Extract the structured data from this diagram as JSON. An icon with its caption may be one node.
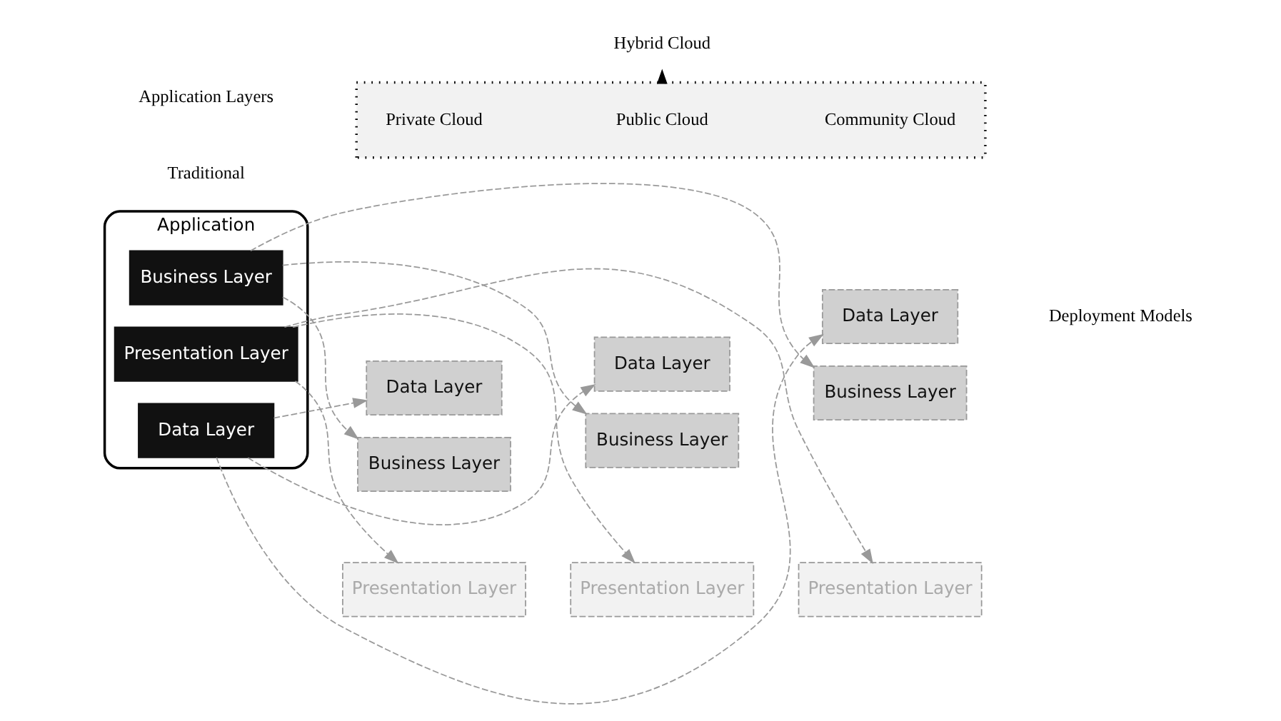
{
  "diagram": {
    "nodes": [
      {
        "text": [
          "Application"
        ]
      },
      {
        "text": [
          "Presentation Layer"
        ],
        "in": 0
      },
      {
        "text": [
          "Business Layer"
        ],
        "in": 0
      },
      {
        "text": [
          "Data Layer"
        ],
        "in": 0
      },
      {
        "text": [
          "Presentation Layer"
        ]
      },
      {
        "text": [
          "Presentation Layer"
        ]
      },
      {
        "text": [
          "Presentation Layer"
        ]
      },
      {
        "text": [
          "Business Layer"
        ]
      },
      {
        "text": [
          "Business Layer"
        ]
      },
      {
        "text": [
          "Business Layer"
        ]
      },
      {
        "text": [
          "Data Layer"
        ]
      },
      {
        "text": [
          "Data Layer"
        ]
      },
      {
        "text": [
          "Data Layer"
        ]
      },
      {
        "text": [],
        "shape": "box"
      },
      {
        "text": [
          "Private Cloud"
        ],
        "in": 13
      },
      {
        "text": [
          "Public Cloud"
        ],
        "in": 13
      },
      {
        "text": [
          "Community Cloud"
        ],
        "in": 13
      },
      {
        "text": [
          "Hybrid Cloud"
        ]
      }
    ],
    "edges": [
      {
        "from": 1,
        "to": 4,
        "arrow": "to",
        "style": "dashed",
        "color": "#999999"
      },
      {
        "from": 1,
        "to": 5,
        "arrow": "to",
        "style": "dashed",
        "color": "#999999"
      },
      {
        "from": 1,
        "to": 6,
        "arrow": "to",
        "style": "dashed",
        "color": "#999999"
      },
      {
        "from": 2,
        "to": 7,
        "arrow": "to",
        "style": "dashed",
        "color": "#999999"
      },
      {
        "from": 2,
        "to": 8,
        "arrow": "to",
        "style": "dashed",
        "color": "#999999"
      },
      {
        "from": 2,
        "to": 9,
        "arrow": "to",
        "style": "dashed",
        "color": "#999999"
      },
      {
        "from": 3,
        "to": 10,
        "arrow": "to",
        "style": "dashed",
        "color": "#999999"
      },
      {
        "from": 3,
        "to": 11,
        "arrow": "to",
        "style": "dashed",
        "color": "#999999"
      },
      {
        "from": 3,
        "to": 12,
        "arrow": "to",
        "style": "dashed",
        "color": "#999999"
      },
      {
        "from": 13,
        "to": 17,
        "arrow": "to",
        "style": "dashed",
        "color": "#000000"
      }
    ],
    "labels": [
      "Application Layers",
      "Deployment Models",
      "Traditional"
    ]
  }
}
